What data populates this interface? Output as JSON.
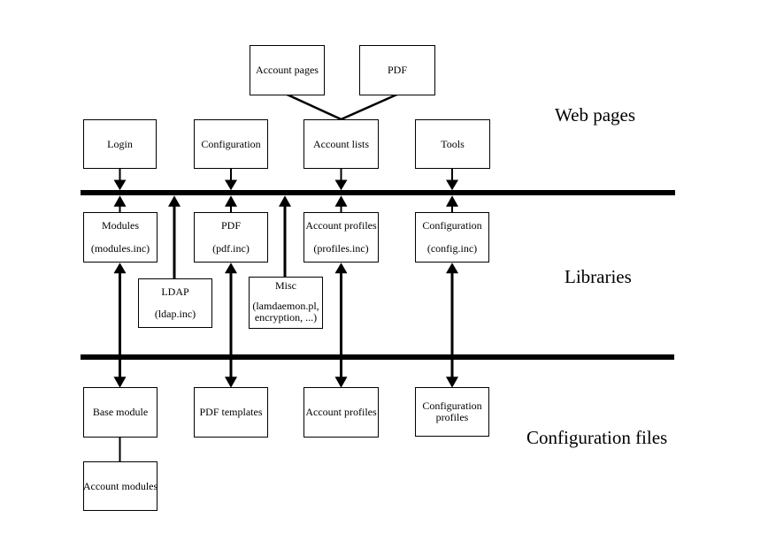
{
  "colors": {
    "ink": "#000000",
    "paper": "#ffffff"
  },
  "layers": {
    "web_pages": "Web pages",
    "libraries": "Libraries",
    "configuration_files": "Configuration files"
  },
  "boxes": {
    "account_pages": {
      "line1": "Account pages"
    },
    "pdf_page": {
      "line1": "PDF"
    },
    "login": {
      "line1": "Login"
    },
    "configuration_page": {
      "line1": "Configuration"
    },
    "account_lists": {
      "line1": "Account lists"
    },
    "tools": {
      "line1": "Tools"
    },
    "modules_lib": {
      "line1": "Modules",
      "line2": "(modules.inc)"
    },
    "pdf_lib": {
      "line1": "PDF",
      "line2": "(pdf.inc)"
    },
    "account_profiles_lib": {
      "line1": "Account profiles",
      "line2": "(profiles.inc)"
    },
    "configuration_lib": {
      "line1": "Configuration",
      "line2": "(config.inc)"
    },
    "ldap_lib": {
      "line1": "LDAP",
      "line2": "(ldap.inc)"
    },
    "misc_lib": {
      "line1": "Misc",
      "line2": "(lamdaemon.pl,",
      "line3": "encryption, ...)"
    },
    "base_module": {
      "line1": "Base module"
    },
    "pdf_templates": {
      "line1": "PDF templates"
    },
    "account_profiles_file": {
      "line1": "Account profiles"
    },
    "configuration_profiles_file": {
      "line1": "Configuration",
      "line2": "profiles"
    },
    "account_modules": {
      "line1": "Account modules"
    }
  }
}
